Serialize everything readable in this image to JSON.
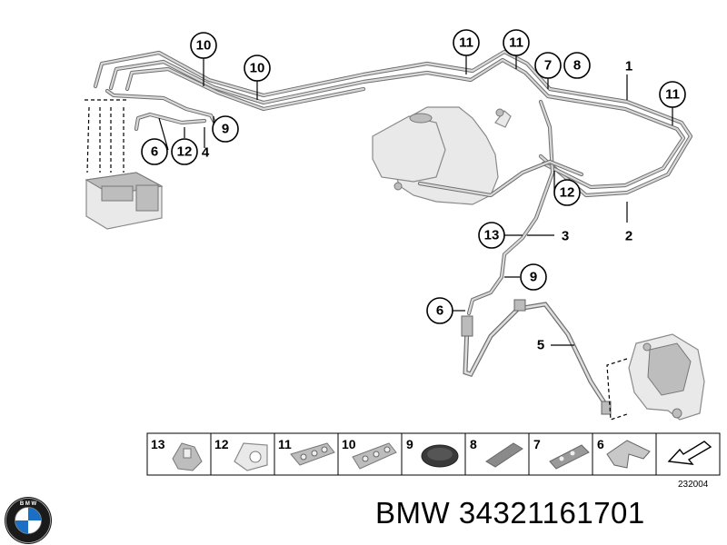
{
  "callouts": [
    {
      "id": "c10a",
      "label": "10"
    },
    {
      "id": "c10b",
      "label": "10"
    },
    {
      "id": "c11a",
      "label": "11"
    },
    {
      "id": "c11b",
      "label": "11"
    },
    {
      "id": "c7",
      "label": "7"
    },
    {
      "id": "c8",
      "label": "8"
    },
    {
      "id": "c11c",
      "label": "11"
    },
    {
      "id": "c9a",
      "label": "9"
    },
    {
      "id": "c6a",
      "label": "6"
    },
    {
      "id": "c12a",
      "label": "12"
    },
    {
      "id": "c12b",
      "label": "12"
    },
    {
      "id": "c13",
      "label": "13"
    },
    {
      "id": "c9b",
      "label": "9"
    },
    {
      "id": "c6b",
      "label": "6"
    }
  ],
  "plain_labels": {
    "l1": "1",
    "l2": "2",
    "l3": "3",
    "l4": "4",
    "l5": "5"
  },
  "legend": {
    "cells": [
      "13",
      "12",
      "11",
      "10",
      "9",
      "8",
      "7",
      "6"
    ],
    "arrow_icon": "arrow-icon"
  },
  "diagram_code": "232004",
  "brand": {
    "logo_text": "B M W",
    "logo_icon": "bmw-roundel-icon"
  },
  "footer": {
    "part_text": "BMW 34321161701"
  }
}
